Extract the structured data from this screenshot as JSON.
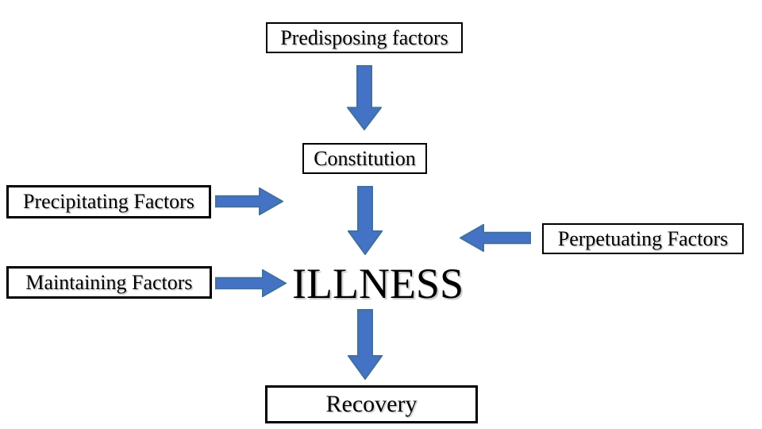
{
  "diagram": {
    "type": "flowchart",
    "nodes": {
      "predisposing": {
        "label": "Predisposing factors",
        "shape": "rect"
      },
      "constitution": {
        "label": "Constitution",
        "shape": "rect"
      },
      "precipitating": {
        "label": "Precipitating Factors",
        "shape": "rect"
      },
      "perpetuating": {
        "label": "Perpetuating Factors",
        "shape": "rect"
      },
      "maintaining": {
        "label": "Maintaining Factors",
        "shape": "rect"
      },
      "illness": {
        "label": "ILLNESS",
        "shape": "text"
      },
      "recovery": {
        "label": "Recovery",
        "shape": "rect"
      }
    },
    "edges": [
      {
        "from": "predisposing",
        "to": "constitution",
        "direction": "down"
      },
      {
        "from": "constitution",
        "to": "illness",
        "direction": "down"
      },
      {
        "from": "precipitating",
        "to": "illness",
        "direction": "right"
      },
      {
        "from": "perpetuating",
        "to": "illness",
        "direction": "left"
      },
      {
        "from": "maintaining",
        "to": "illness",
        "direction": "right"
      },
      {
        "from": "illness",
        "to": "recovery",
        "direction": "down"
      }
    ]
  },
  "colors": {
    "arrow-fill": "#4472c4",
    "arrow-stroke": "#41719c",
    "box-border": "#000000",
    "text": "#000000",
    "background": "#ffffff"
  }
}
